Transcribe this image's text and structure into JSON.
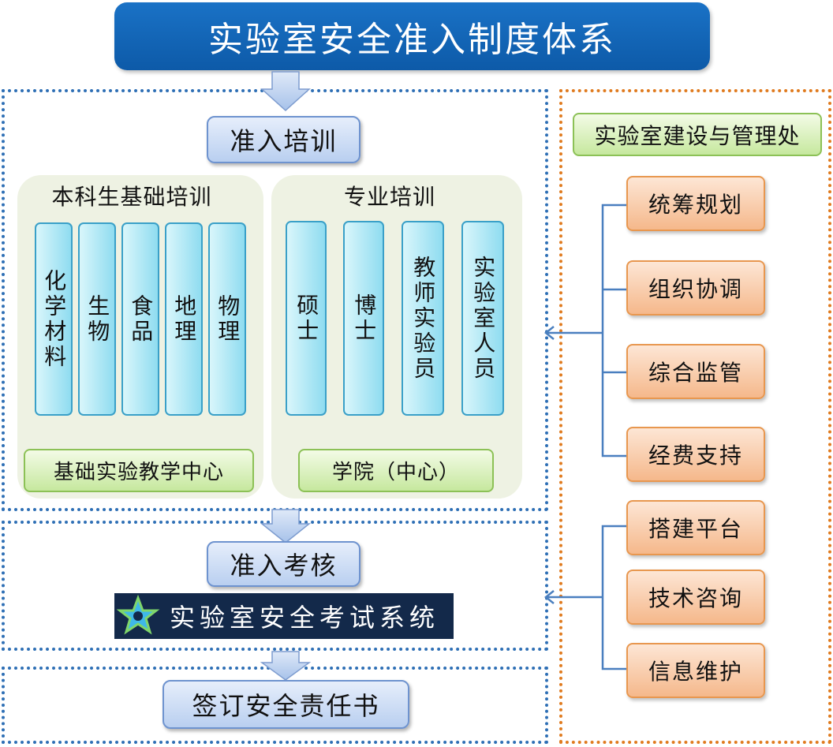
{
  "title": "实验室安全准入制度体系",
  "training": {
    "stage": "准入培训",
    "basic": {
      "title": "本科生基础培训",
      "columns": [
        "化学材料",
        "生物",
        "食品",
        "地理",
        "物理"
      ],
      "target": "基础实验教学中心"
    },
    "professional": {
      "title": "专业培训",
      "columns": [
        "硕士",
        "博士",
        "教师实验员",
        "实验室人员"
      ],
      "target": "学院（中心）"
    }
  },
  "assessment": {
    "stage": "准入考核",
    "system_name": "实验室安全考试系统",
    "logo_icon": "star-logo-icon"
  },
  "responsibility": {
    "stage": "签订安全责任书"
  },
  "department": {
    "name": "实验室建设与管理处",
    "group1": [
      "统筹规划",
      "组织协调",
      "综合监管",
      "经费支持"
    ],
    "group2": [
      "搭建平台",
      "技术咨询",
      "信息维护"
    ]
  },
  "colors": {
    "title_bg": "#0d5aa8",
    "dash_blue": "#2e6fb5",
    "dash_orange": "#e07b1f",
    "connector": "#4a7fbf"
  }
}
